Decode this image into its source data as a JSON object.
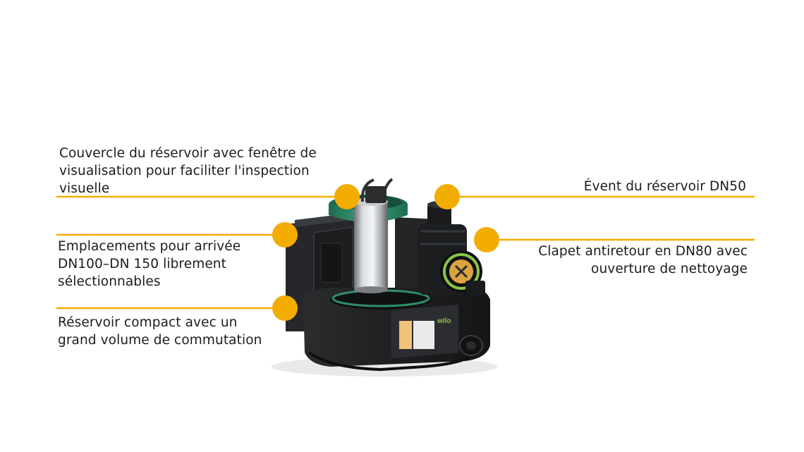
{
  "labels": {
    "cover": "Couvercle du réservoir avec fenêtre de\nvisualisation pour faciliter l'inspection\nvisuelle",
    "inlet": "Emplacements pour arrivée\nDN100–DN 150 librement\nsélectionnables",
    "tank": "Réservoir compact avec un\ngrand volume de commutation",
    "vent": "Évent du réservoir DN50",
    "valve": "Clapet antiretour en DN80 avec\nouverture de nettoyage"
  },
  "product": {
    "brand": "wilo"
  },
  "colors": {
    "callout": "#f2ad00",
    "body": "#1f2122",
    "accent_green": "#2d8f6a",
    "brand_green": "#8bc34a"
  },
  "icons": [
    "pump-unit-illustration",
    "callout-dot",
    "callout-line"
  ]
}
